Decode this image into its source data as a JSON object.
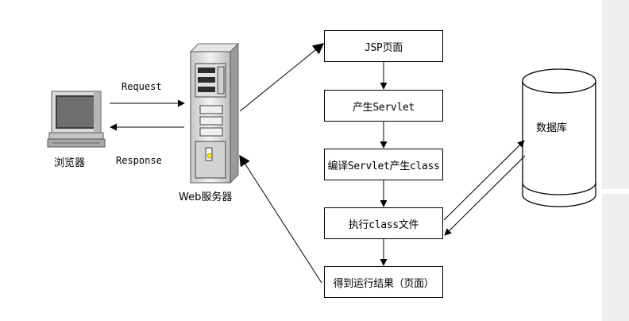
{
  "browser": {
    "label": "浏览器"
  },
  "server": {
    "label": "Web服务器"
  },
  "database": {
    "label": "数据库"
  },
  "request": {
    "label": "Request"
  },
  "response": {
    "label": "Response"
  },
  "steps": [
    {
      "label": "JSP页面"
    },
    {
      "label": "产生Servlet"
    },
    {
      "label": "编译Servlet产生class"
    },
    {
      "label": "执行class文件"
    },
    {
      "label": "得到运行结果（页面）"
    }
  ]
}
